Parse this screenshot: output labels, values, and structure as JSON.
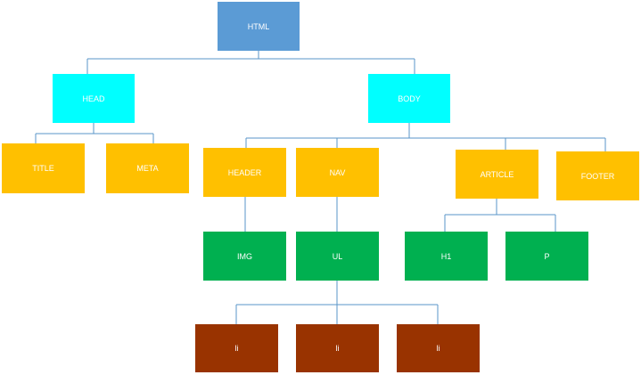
{
  "colors": {
    "root": "#5b9bd5",
    "head_body": "#00ffff",
    "orange": "#ffc000",
    "green": "#00b050",
    "brown": "#993300",
    "connector": "#5a96c9"
  },
  "nodes": {
    "html": {
      "label": "HTML"
    },
    "head": {
      "label": "HEAD"
    },
    "body": {
      "label": "BODY"
    },
    "title": {
      "label": "TITLE"
    },
    "meta": {
      "label": "META"
    },
    "header": {
      "label": "HEADER"
    },
    "nav": {
      "label": "NAV"
    },
    "article": {
      "label": "ARTICLE"
    },
    "footer": {
      "label": "FOOTER"
    },
    "img": {
      "label": "IMG"
    },
    "ul": {
      "label": "UL"
    },
    "h1": {
      "label": "H1"
    },
    "p": {
      "label": "P"
    },
    "li1": {
      "label": "li"
    },
    "li2": {
      "label": "li"
    },
    "li3": {
      "label": "li"
    }
  }
}
